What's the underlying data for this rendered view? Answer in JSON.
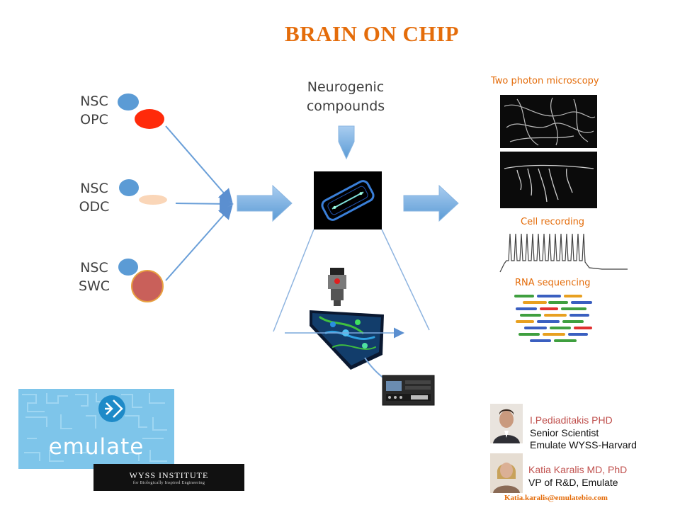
{
  "title": "BRAIN ON CHIP",
  "inputs": [
    {
      "line1": "NSC",
      "line2": "OPC"
    },
    {
      "line1": "NSC",
      "line2": "ODC"
    },
    {
      "line1": "NSC",
      "line2": "SWC"
    }
  ],
  "compounds": {
    "line1": "Neurogenic",
    "line2": "compounds"
  },
  "outputs": {
    "microscopy": "Two photon microscopy",
    "recording": "Cell recording",
    "sequencing": "RNA sequencing"
  },
  "logos": {
    "emulate": "emulate",
    "wyss": "WYSS INSTITUTE",
    "wyss_sub": "for Biologically Inspired Engineering"
  },
  "people": [
    {
      "name": "I.Pediaditakis PHD",
      "role1": "Senior Scientist",
      "role2": "Emulate WYSS-Harvard"
    },
    {
      "name": "Katia Karalis MD, PhD",
      "role1": "VP of R&D, Emulate"
    }
  ],
  "email": "Katia.karalis@emulatebio.com",
  "colors": {
    "accent": "#e46c0a",
    "arrow": "#5b9bd5",
    "nsc": "#5b9bd5",
    "opc": "#ff2a0a",
    "odc": "#fad6b8",
    "swc": "#c9605a"
  }
}
